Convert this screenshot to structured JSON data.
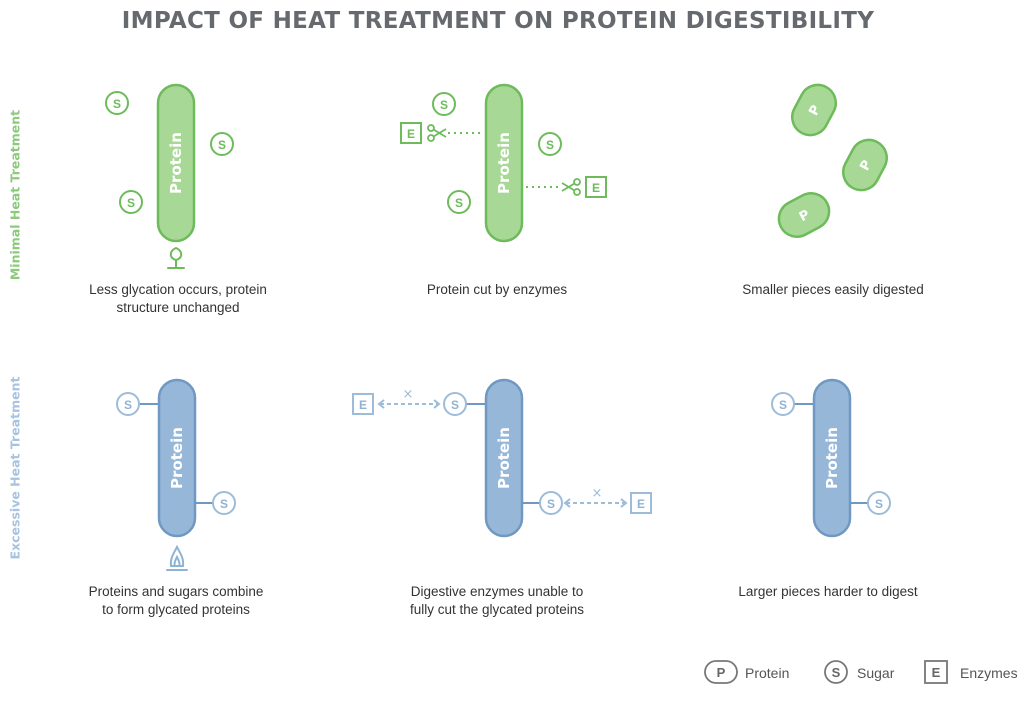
{
  "title": "IMPACT OF HEAT TREATMENT ON PROTEIN DIGESTIBILITY",
  "rows": [
    {
      "label": "Minimal Heat Treatment",
      "color": "#7cc36a",
      "panels": [
        {
          "caption_lines": [
            "Less glycation occurs, protein",
            "structure unchanged"
          ]
        },
        {
          "caption_lines": [
            "Protein cut by enzymes"
          ]
        },
        {
          "caption_lines": [
            "Smaller pieces easily digested"
          ]
        }
      ]
    },
    {
      "label": "Excessive Heat Treatment",
      "color": "#8fb3d5",
      "panels": [
        {
          "caption_lines": [
            "Proteins and sugars combine",
            "to form glycated proteins"
          ]
        },
        {
          "caption_lines": [
            "Digestive enzymes unable to",
            "fully cut the glycated proteins"
          ]
        },
        {
          "caption_lines": [
            "Larger pieces harder to digest"
          ]
        }
      ]
    }
  ],
  "bar_text": "Protein",
  "symbols": {
    "protein": "P",
    "sugar": "S",
    "enzyme": "E",
    "blocked": "×"
  },
  "legend": [
    {
      "symbol": "P",
      "label": "Protein",
      "shape": "pill"
    },
    {
      "symbol": "S",
      "label": "Sugar",
      "shape": "circle"
    },
    {
      "symbol": "E",
      "label": "Enzymes",
      "shape": "square"
    }
  ],
  "colors": {
    "green_fill": "#a7d896",
    "green_stroke": "#6dbb5a",
    "blue_fill": "#97b7d8",
    "blue_stroke": "#6f98c2",
    "blue_light": "#9dbcd9",
    "legend_stroke": "#777777",
    "title": "#666a6e"
  },
  "icons": [
    "sprout-icon",
    "flame-icon",
    "scissors-icon"
  ]
}
